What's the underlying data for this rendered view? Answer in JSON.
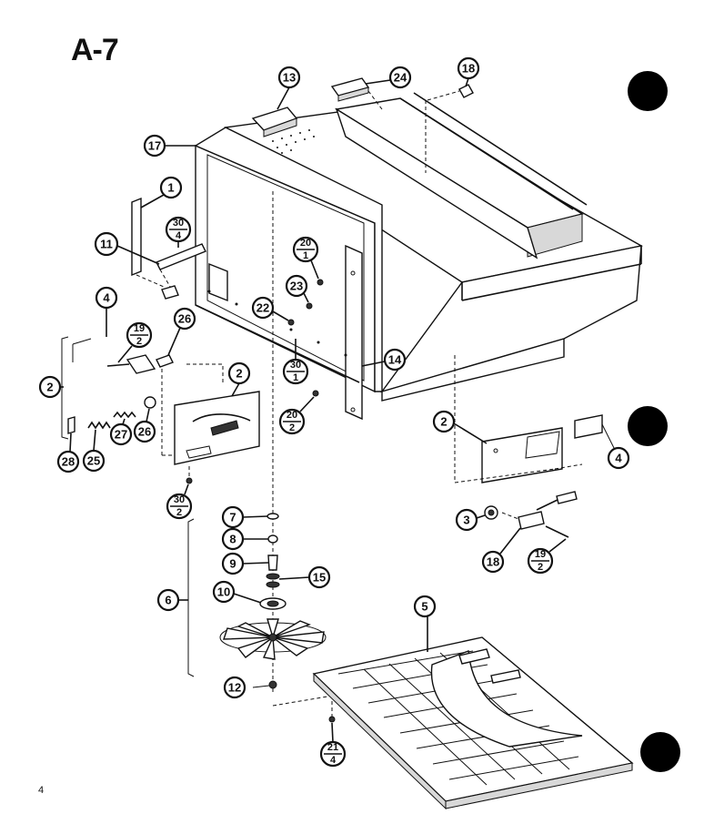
{
  "page": {
    "title": "A-7",
    "page_number": "4"
  },
  "callouts": [
    {
      "id": "c13",
      "label": "13"
    },
    {
      "id": "c24",
      "label": "24"
    },
    {
      "id": "c18a",
      "label": "18"
    },
    {
      "id": "c17",
      "label": "17"
    },
    {
      "id": "c1",
      "label": "1"
    },
    {
      "id": "c30_4",
      "num": "30",
      "den": "4"
    },
    {
      "id": "c11",
      "label": "11"
    },
    {
      "id": "c20_1",
      "num": "20",
      "den": "1"
    },
    {
      "id": "c23",
      "label": "23"
    },
    {
      "id": "c22",
      "label": "22"
    },
    {
      "id": "c4a",
      "label": "4"
    },
    {
      "id": "c19_2a",
      "num": "19",
      "den": "2"
    },
    {
      "id": "c26a",
      "label": "26"
    },
    {
      "id": "c2a",
      "label": "2"
    },
    {
      "id": "c2b",
      "label": "2"
    },
    {
      "id": "c30_1",
      "num": "30",
      "den": "1"
    },
    {
      "id": "c14",
      "label": "14"
    },
    {
      "id": "c20_2",
      "num": "20",
      "den": "2"
    },
    {
      "id": "c27",
      "label": "27"
    },
    {
      "id": "c26b",
      "label": "26"
    },
    {
      "id": "c28",
      "label": "28"
    },
    {
      "id": "c25",
      "label": "25"
    },
    {
      "id": "c30_2",
      "num": "30",
      "den": "2"
    },
    {
      "id": "c2c",
      "label": "2"
    },
    {
      "id": "c4b",
      "label": "4"
    },
    {
      "id": "c3",
      "label": "3"
    },
    {
      "id": "c18b",
      "label": "18"
    },
    {
      "id": "c19_2b",
      "num": "19",
      "den": "2"
    },
    {
      "id": "c7",
      "label": "7"
    },
    {
      "id": "c8",
      "label": "8"
    },
    {
      "id": "c9",
      "label": "9"
    },
    {
      "id": "c15",
      "label": "15"
    },
    {
      "id": "c10",
      "label": "10"
    },
    {
      "id": "c6",
      "label": "6"
    },
    {
      "id": "c5",
      "label": "5"
    },
    {
      "id": "c12",
      "label": "12"
    },
    {
      "id": "c21_4",
      "num": "21",
      "den": "4"
    }
  ]
}
